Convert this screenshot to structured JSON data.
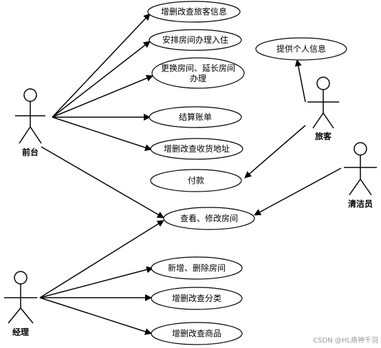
{
  "actors": {
    "frontdesk": "前台",
    "traveler": "旅客",
    "cleaner": "清洁员",
    "manager": "经理"
  },
  "usecases": {
    "uc_guest_info": "增删改查旅客信息",
    "uc_checkin": "安排房间办理入住",
    "uc_change_line1": "更换房间、延长房间",
    "uc_change_line2": "办理",
    "uc_checkout": "结算账单",
    "uc_address": "增删改查收货地址",
    "uc_payment": "付款",
    "uc_personal": "提供个人信息",
    "uc_room_view": "查看、修改房间",
    "uc_room_add": "新增、删除房间",
    "uc_category": "增删改查分类",
    "uc_goods": "增删改查商品"
  },
  "watermark": "CSDN @HL烙神千羽"
}
